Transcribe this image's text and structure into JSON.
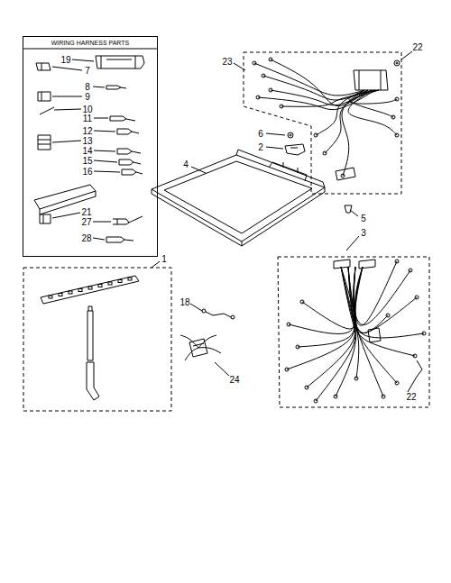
{
  "diagram": {
    "nodes": [
      {
        "text": [
          "WIRING HARNESS PARTS"
        ]
      }
    ],
    "labels": [
      "19",
      "7",
      "8",
      "9",
      "10",
      "11",
      "12",
      "13",
      "14",
      "15",
      "16",
      "21",
      "27",
      "28",
      "22",
      "23",
      "6",
      "2",
      "4",
      "5",
      "3",
      "1",
      "18",
      "24",
      "22"
    ]
  }
}
